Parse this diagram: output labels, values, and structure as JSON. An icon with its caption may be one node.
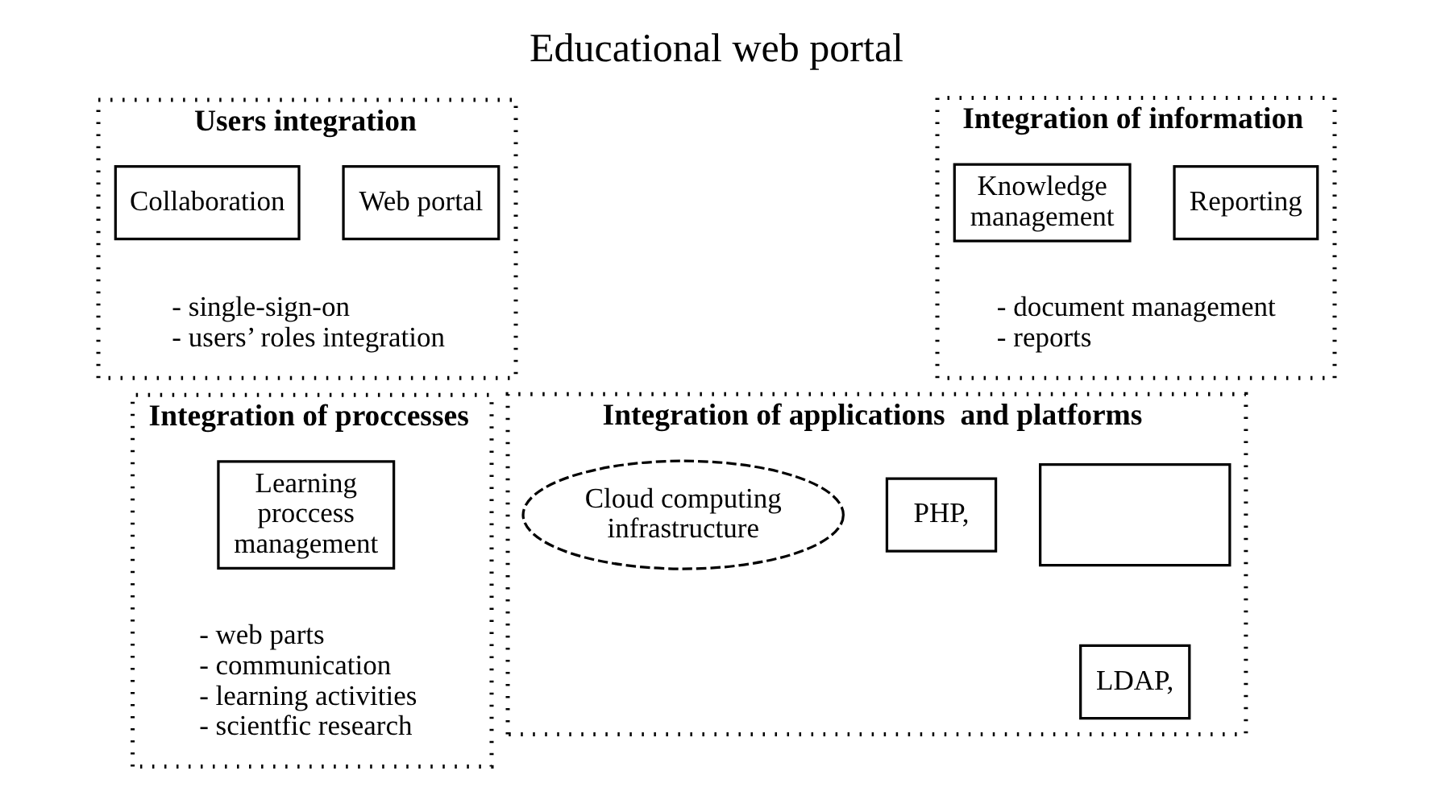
{
  "diagram": {
    "title": "Educational web portal",
    "nodes": [
      {
        "text": [
          "Users integration"
        ],
        "beside": [
          "- single-sign-on",
          "- users’ roles integration"
        ]
      },
      {
        "text": [
          "Web portal"
        ],
        "in": 0
      },
      {
        "text": [
          "Collaboration"
        ],
        "in": 0
      },
      {
        "text": [
          "Integration of information"
        ],
        "beside": [
          "- document management",
          "- reports"
        ]
      },
      {
        "text": [
          "Reporting"
        ],
        "in": 3
      },
      {
        "text": [
          "Knowledge management"
        ],
        "in": 3
      },
      {
        "text": [
          "Integration of proccesses"
        ],
        "beside": [
          "- web parts",
          "- communication",
          "- learning activities",
          "- scientfic research"
        ]
      },
      {
        "text": [
          "Learning proccess management"
        ],
        "in": 6
      },
      {
        "text": [
          "Integration of applications  and platforms"
        ]
      },
      {
        "text": [],
        "shape": "box",
        "in": 8
      },
      {
        "text": [
          "PHP,"
        ],
        "in": 8
      },
      {
        "text": [
          "LDAP,"
        ],
        "in": 8
      },
      {
        "text": [
          "Cloud computing infrastructure"
        ],
        "in": 8
      }
    ]
  }
}
